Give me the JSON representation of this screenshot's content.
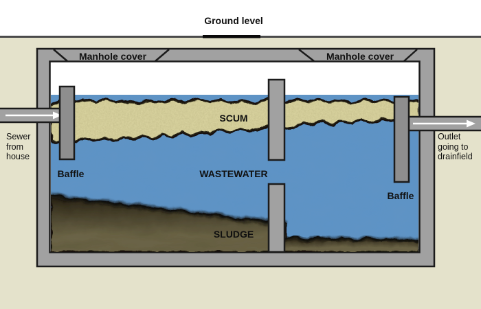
{
  "diagram": {
    "title": "Ground level",
    "labels": {
      "manhole_left": "Manhole cover",
      "manhole_right": "Manhole cover",
      "scum": "SCUM",
      "wastewater": "WASTEWATER",
      "sludge": "SLUDGE",
      "baffle_left": "Baffle",
      "baffle_right": "Baffle",
      "inlet": "Sewer\nfrom\nhouse",
      "outlet": "Outlet\ngoing to\ndrainfield"
    },
    "colors": {
      "ground": "#e4e2cb",
      "sky": "#ffffff",
      "tank_wall": "#a1a1a1",
      "baffle": "#8e8e8e",
      "outline": "#1b1b1b",
      "scum": "#dcd6a2",
      "wastewater": "#5d93c6",
      "sludge": "#6e6749",
      "arrow": "#ffffff"
    }
  }
}
